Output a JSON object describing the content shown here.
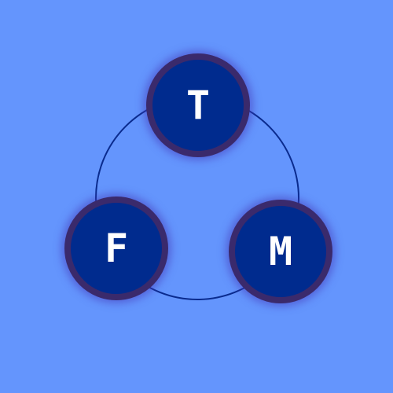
{
  "nodes": [
    {
      "label": "T"
    },
    {
      "label": "F"
    },
    {
      "label": "M"
    }
  ],
  "colors": {
    "background": "#6495fd",
    "node_fill": "#002b8e",
    "node_border": "#3a2a6c",
    "ring_stroke": "#0a2b8e",
    "label": "#ffffff"
  }
}
